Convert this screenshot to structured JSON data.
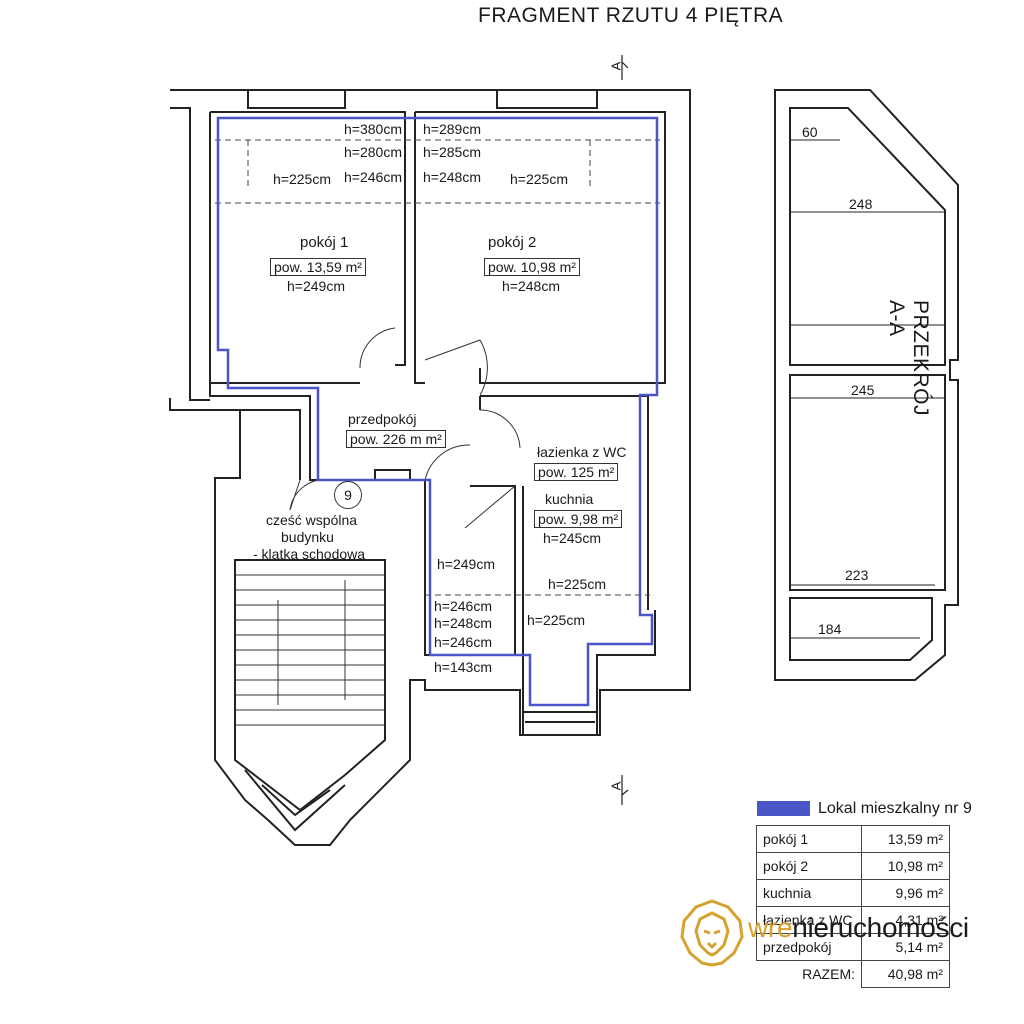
{
  "title": "FRAGMENT RZUTU 4 PIĘTRA",
  "section_marker": "A",
  "rooms": {
    "pokoj1": {
      "name": "pokój 1",
      "area": "pow. 13,59 m²",
      "height": "h=249cm"
    },
    "pokoj2": {
      "name": "pokój 2",
      "area": "pow. 10,98 m²",
      "height": "h=248cm"
    },
    "przedpokoj": {
      "name": "przedpokój",
      "area": "pow. 226 m m²"
    },
    "lazienka": {
      "name": "łazienka z WC",
      "area": "pow. 125 m²"
    },
    "kuchnia": {
      "name": "kuchnia",
      "area": "pow. 9,98 m²",
      "height": "h=245cm"
    },
    "stair": {
      "number": "9",
      "line1": "cześć wspólna",
      "line2": "budynku",
      "line3": "- klatka schodowa"
    }
  },
  "heights": {
    "h380": "h=380cm",
    "h289": "h=289cm",
    "h280": "h=280cm",
    "h285": "h=285cm",
    "h225a": "h=225cm",
    "h246a": "h=246cm",
    "h248a": "h=248cm",
    "h225b": "h=225cm",
    "h249hall": "h=249cm",
    "h225c": "h=225cm",
    "h225d": "h=225cm",
    "h246b": "h=246cm",
    "h248b": "h=248cm",
    "h246c": "h=246cm",
    "h143": "h=143cm"
  },
  "section": {
    "title": "PRZEKRÓJ A-A",
    "dims": [
      "60",
      "248",
      "245",
      "223",
      "184"
    ]
  },
  "legend": {
    "title": "Lokal mieszkalny nr 9",
    "color": "#4a56c8",
    "rows": [
      {
        "name": "pokój 1",
        "area": "13,59 m²"
      },
      {
        "name": "pokój 2",
        "area": "10,98 m²"
      },
      {
        "name": "kuchnia",
        "area": "9,96 m²"
      },
      {
        "name": "łazienka z WC",
        "area": "4,31 m²"
      },
      {
        "name": "przedpokój",
        "area": "5,14 m²"
      }
    ],
    "total_label": "RAZEM:",
    "total_area": "40,98 m²"
  },
  "brand": {
    "part1": "wre",
    "part2": "nieruchomości",
    "accent": "#d7a12e"
  }
}
